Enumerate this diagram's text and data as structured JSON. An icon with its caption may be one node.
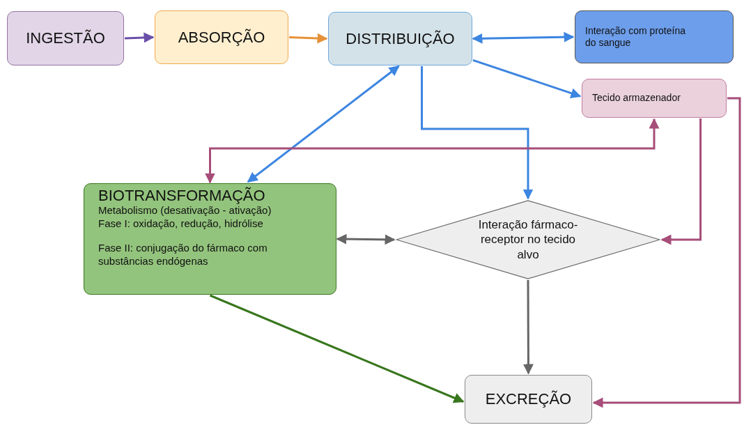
{
  "diagram": {
    "nodes": [
      {
        "text": [
          "INGESTÃO"
        ]
      },
      {
        "text": [
          "ABSORÇÃO"
        ]
      },
      {
        "text": [
          "DISTRIBUIÇÃO"
        ]
      },
      {
        "text": [
          "Interação com proteína do sangue"
        ]
      },
      {
        "text": [
          "Tecido armazenador"
        ]
      },
      {
        "text": [
          "BIOTRANSFORMAÇÃO",
          "Metabolismo (desativação - ativação)",
          "Fase I: oxidação, redução, hidrólise",
          "Fase II: conjugação do fármaco com substâncias endógenas"
        ]
      },
      {
        "text": [
          "Interação fármaco-receptor no tecido alvo"
        ]
      },
      {
        "text": [
          "EXCREÇÃO"
        ]
      }
    ],
    "edges": [
      {
        "from": 0,
        "to": 1,
        "arrow": "to",
        "color": "#6a4fa8"
      },
      {
        "from": 1,
        "to": 2,
        "arrow": "to",
        "color": "#e69138"
      },
      {
        "from": 2,
        "to": 3,
        "arrow": "both",
        "color": "#3c85e0"
      },
      {
        "from": 2,
        "to": 4,
        "arrow": "to",
        "color": "#3c85e0"
      },
      {
        "from": 2,
        "to": 5,
        "arrow": "both",
        "color": "#3c85e0"
      },
      {
        "from": 2,
        "to": 6,
        "arrow": "to",
        "color": "#3c85e0"
      },
      {
        "from": 5,
        "to": 4,
        "arrow": "both",
        "color": "#a64d79"
      },
      {
        "from": 4,
        "to": 6,
        "arrow": "to",
        "color": "#a64d79"
      },
      {
        "from": 4,
        "to": 7,
        "arrow": "to",
        "color": "#a64d79"
      },
      {
        "from": 5,
        "to": 6,
        "arrow": "both",
        "color": "#666666"
      },
      {
        "from": 6,
        "to": 7,
        "arrow": "to",
        "color": "#666666"
      },
      {
        "from": 5,
        "to": 7,
        "arrow": "to",
        "color": "#38761d"
      }
    ]
  }
}
